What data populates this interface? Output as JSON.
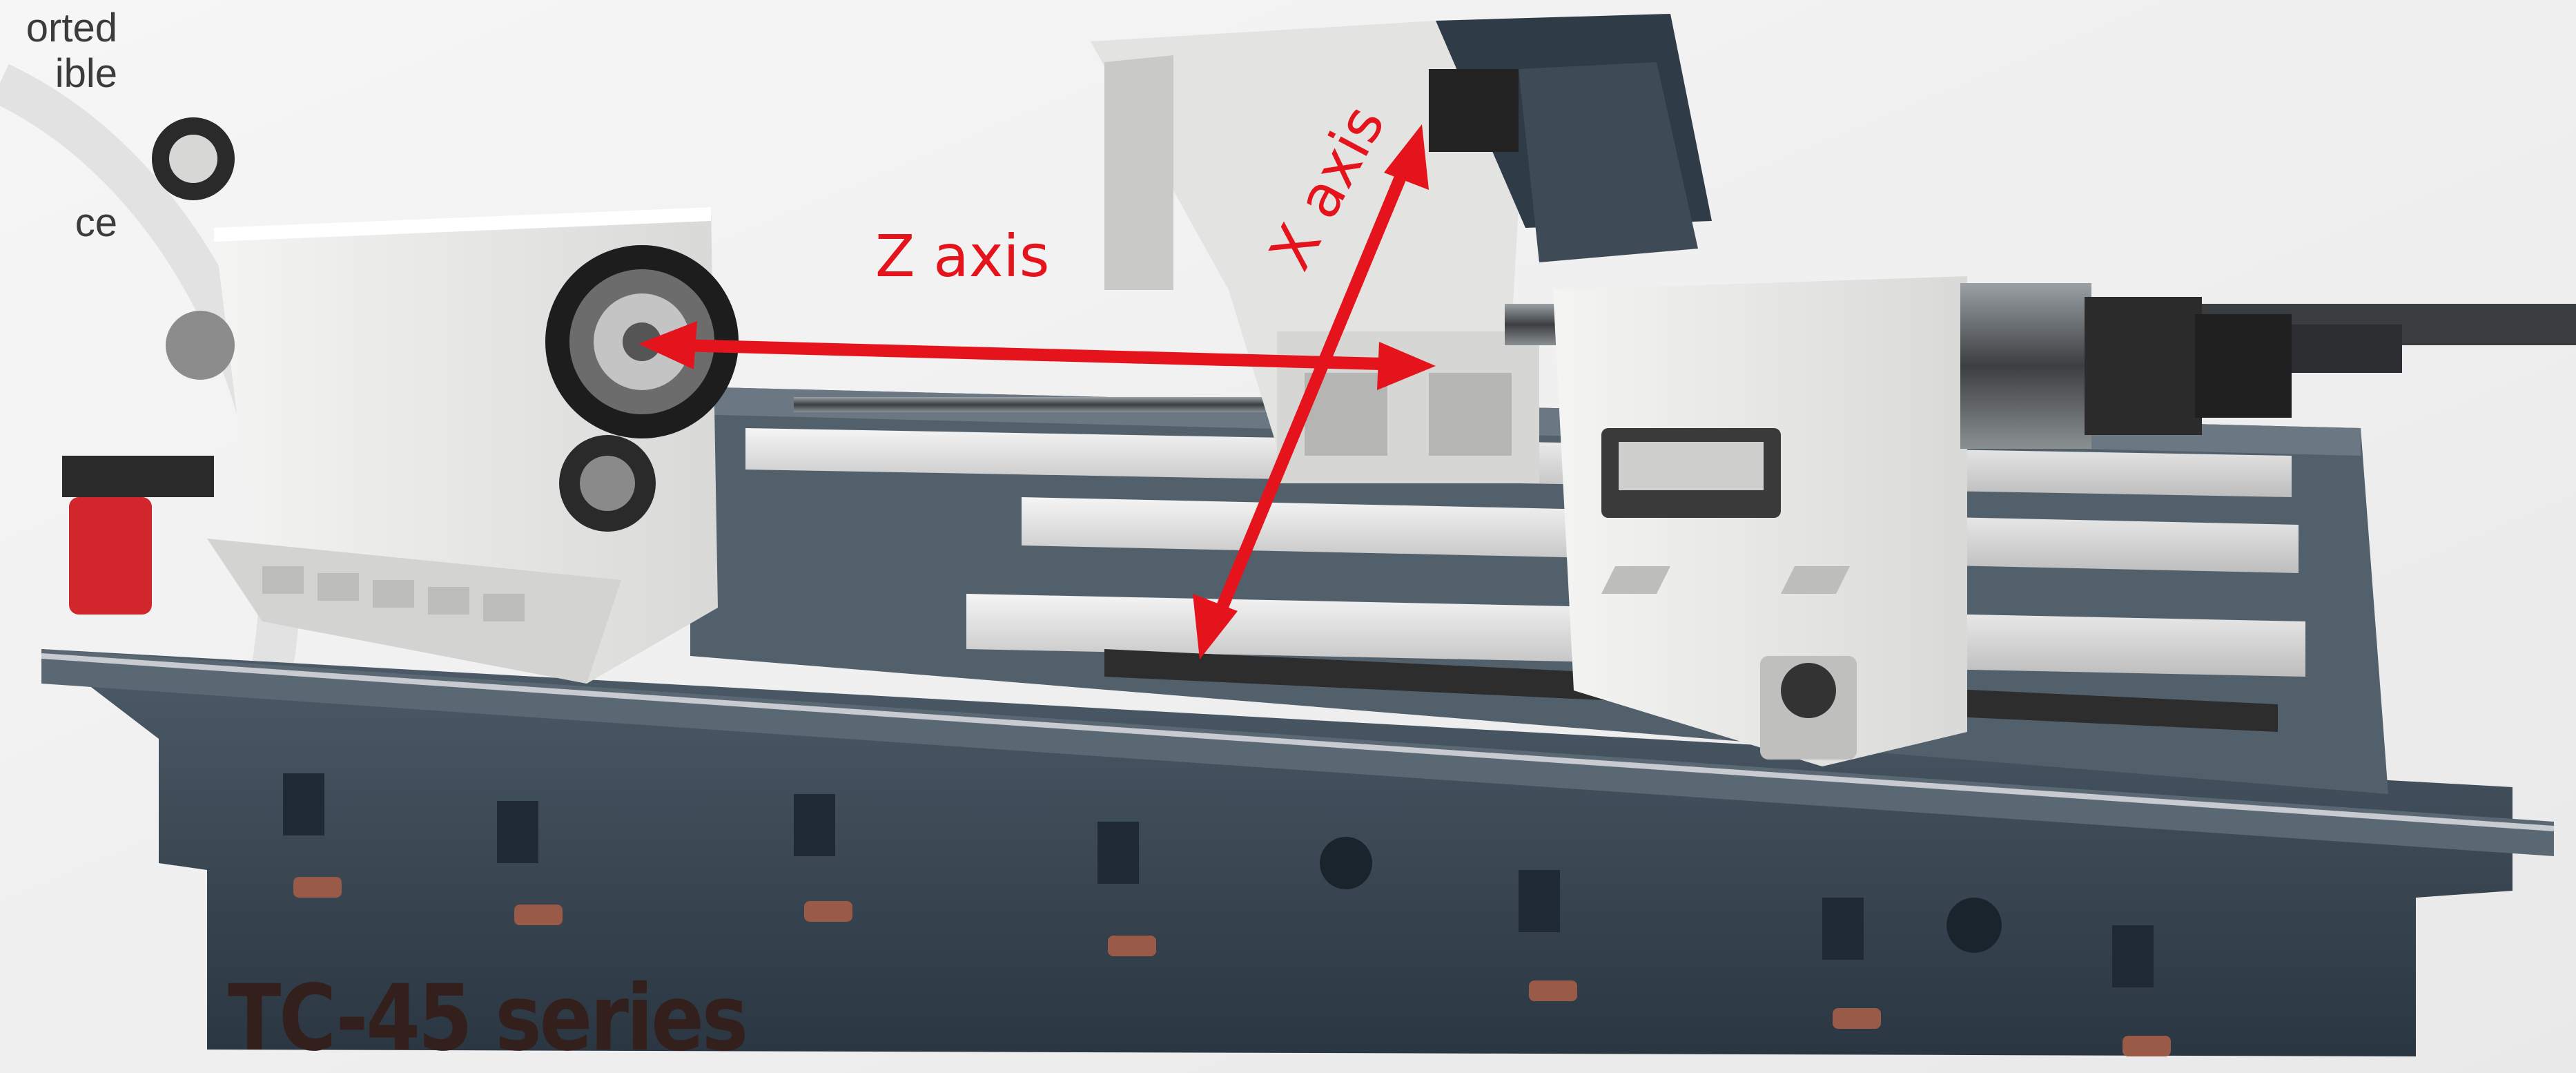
{
  "page": {
    "side_text_lines": [
      "orted",
      "ible",
      "ce"
    ],
    "title": "TC-45 series"
  },
  "axes": {
    "z_label": "Z axis",
    "x_label": "X axis",
    "arrow_color": "#e5141c"
  },
  "colors": {
    "background": "#f2f2f2",
    "bed": "#3c4a57",
    "bed_dark": "#24303b",
    "machine_white": "#e6e6e4",
    "machine_shadow": "#c8c8c6",
    "rail_silver": "#dcdcdc",
    "title_brown": "#33201c",
    "accent_red": "#d0262c"
  },
  "icons": {
    "headstock": "headstock-icon",
    "turret": "turret-icon",
    "tailstock": "tailstock-icon"
  }
}
